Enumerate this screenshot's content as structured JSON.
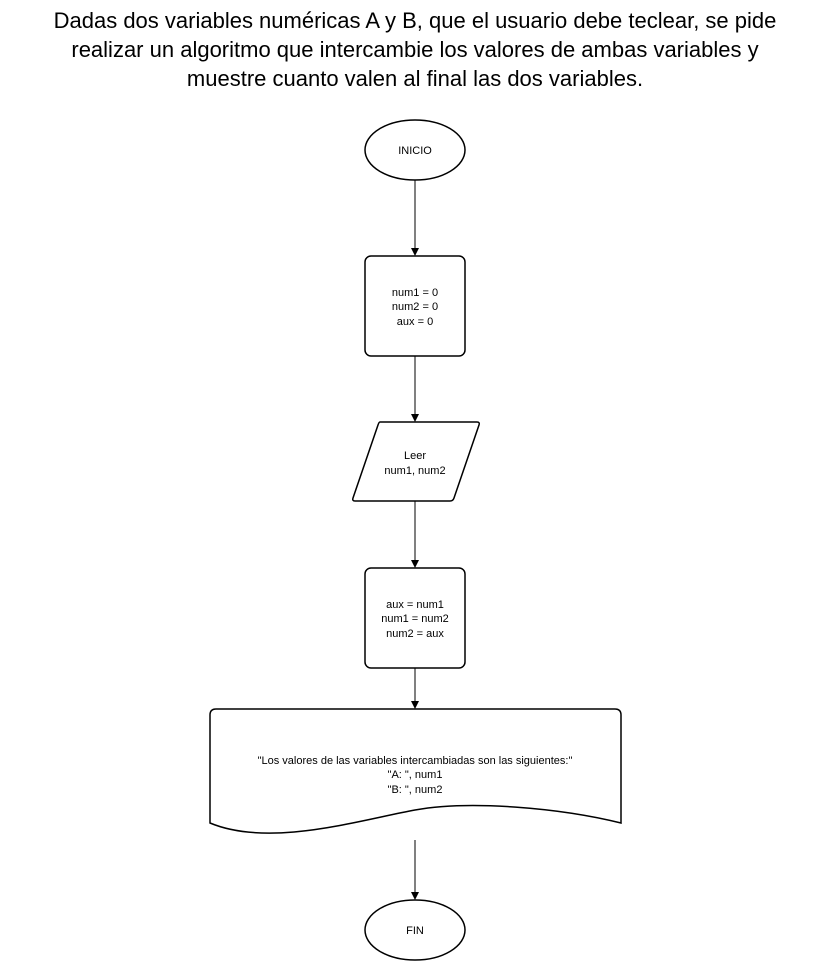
{
  "title_lines": [
    "Dadas dos variables numéricas A y B, que el usuario debe teclear, se pide",
    "realizar un algoritmo que intercambie los valores de ambas variables y",
    "muestre cuanto valen al final las dos variables."
  ],
  "flowchart": {
    "start": {
      "label": "INICIO"
    },
    "init": {
      "lines": [
        "num1 = 0",
        "num2 = 0",
        "aux = 0"
      ]
    },
    "input": {
      "lines": [
        "Leer",
        "num1, num2"
      ]
    },
    "swap": {
      "lines": [
        "aux = num1",
        "num1 = num2",
        "num2 = aux"
      ]
    },
    "output": {
      "lines": [
        "\"Los valores de las variables intercambiadas son las siguientes:\"",
        "\"A: \", num1",
        "\"B: \", num2"
      ]
    },
    "end": {
      "label": "FIN"
    }
  }
}
